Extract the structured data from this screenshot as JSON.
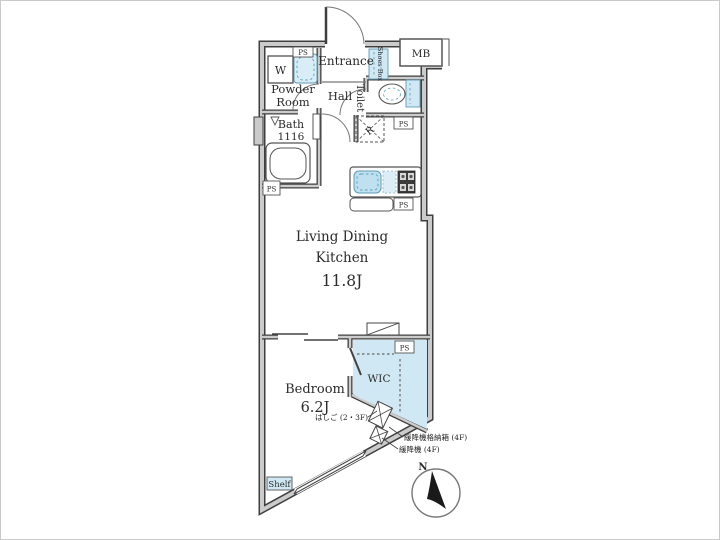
{
  "title": "apartment-floor-plan",
  "colors": {
    "wall_edge": "#3f3f3f",
    "wall_fill": "#cbcbcb",
    "fixture_fill": "#cfe8f3",
    "fixture_fill_light": "#dcedf6",
    "fixture_edge": "#5b9bb8",
    "text": "#2b2b2b"
  },
  "rooms": {
    "entrance": {
      "label": "Entrance"
    },
    "hall": {
      "label": "Hall"
    },
    "powder_room": {
      "line1": "Powder",
      "line2": "Room"
    },
    "toilet": {
      "label": "Toilet"
    },
    "bath": {
      "line1": "Bath",
      "line2": "1116"
    },
    "ldk": {
      "line1": "Living Dining",
      "line2": "Kitchen",
      "size": "11.8J"
    },
    "bedroom": {
      "label": "Bedroom",
      "size": "6.2J"
    },
    "wic": {
      "label": "WIC"
    }
  },
  "fixtures": {
    "washer": {
      "label": "W"
    },
    "shoes_box": {
      "label": "Shoes Box"
    },
    "meter_box": {
      "label": "MB"
    },
    "refrigerator": {
      "label": "R"
    },
    "shelf": {
      "label": "Shelf"
    },
    "pipe_space": {
      "label": "PS"
    }
  },
  "annotations": {
    "ladder": "はしご (2・3F)",
    "descender_box": "緩降機格納箱 (4F)",
    "descender": "緩降機 (4F)",
    "compass_north": "N"
  }
}
